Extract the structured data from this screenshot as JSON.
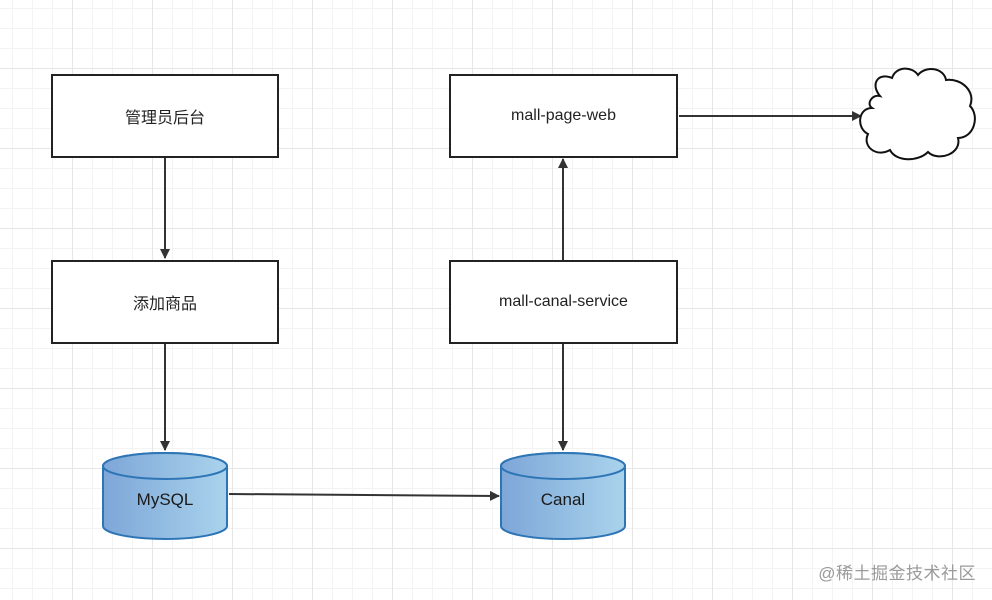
{
  "nodes": {
    "admin": {
      "label": "管理员后台"
    },
    "add_product": {
      "label": "添加商品"
    },
    "mysql": {
      "label": "MySQL"
    },
    "page_web": {
      "label": "mall-page-web"
    },
    "canal_service": {
      "label": "mall-canal-service"
    },
    "canal": {
      "label": "Canal"
    }
  },
  "watermark": "@稀土掘金技术社区",
  "colors": {
    "box_border": "#222222",
    "arrow": "#333333",
    "cylinder_stroke": "#2e75b6",
    "cylinder_fill_start": "#7ea6d8",
    "cylinder_fill_end": "#a9d3ec",
    "cloud_stroke": "#111111"
  },
  "edges": [
    {
      "from": "admin",
      "to": "add_product"
    },
    {
      "from": "add_product",
      "to": "mysql"
    },
    {
      "from": "mysql",
      "to": "canal"
    },
    {
      "from": "canal_service",
      "to": "canal"
    },
    {
      "from": "canal_service",
      "to": "page_web"
    },
    {
      "from": "page_web",
      "to": "cloud"
    }
  ]
}
